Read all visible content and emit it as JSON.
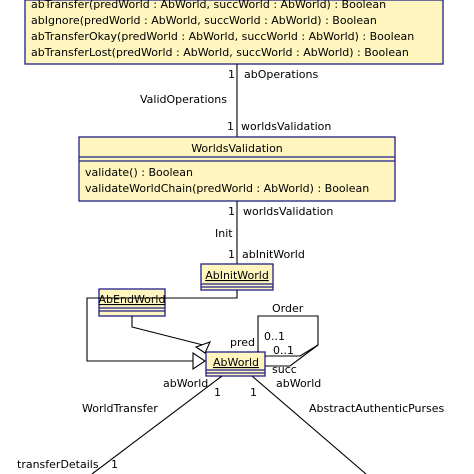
{
  "classes": {
    "top": {
      "operations": [
        "abTransfer(predWorld : AbWorld, succWorld : AbWorld) : Boolean",
        "abIgnore(predWorld : AbWorld, succWorld : AbWorld) : Boolean",
        "abTransferOkay(predWorld : AbWorld, succWorld : AbWorld) : Boolean",
        "abTransferLost(predWorld : AbWorld, succWorld : AbWorld) : Boolean"
      ]
    },
    "worlds_validation": {
      "name": "WorldsValidation",
      "operations": [
        "validate() : Boolean",
        "validateWorldChain(predWorld : AbWorld) : Boolean"
      ]
    },
    "ab_init_world": {
      "name": "AbInitWorld"
    },
    "ab_end_world": {
      "name": "AbEndWorld"
    },
    "ab_world": {
      "name": "AbWorld"
    }
  },
  "associations": {
    "valid_operations": {
      "name": "ValidOperations",
      "end1_mult": "1",
      "end1_role": "abOperations",
      "end2_mult": "1",
      "end2_role": "worldsValidation"
    },
    "init": {
      "name": "Init",
      "end1_mult": "1",
      "end1_role": "worldsValidation",
      "end2_mult": "1",
      "end2_role": "abInitWorld"
    },
    "order": {
      "name": "Order",
      "pred_role": "pred",
      "pred_mult": "0..1",
      "succ_role": "succ",
      "succ_mult": "0..1"
    },
    "world_transfer": {
      "name": "WorldTransfer",
      "end1_role": "abWorld",
      "end1_mult": "1",
      "end2_role": "transferDetails",
      "end2_mult": "1"
    },
    "abstract_authentic_purses": {
      "name": "AbstractAuthenticPurses",
      "end1_role": "abWorld",
      "end1_mult": "1"
    }
  },
  "colors": {
    "class_fill": "#fff6bf",
    "class_border": "#1f1f8a",
    "line": "#000000",
    "background": "#ffffff"
  }
}
